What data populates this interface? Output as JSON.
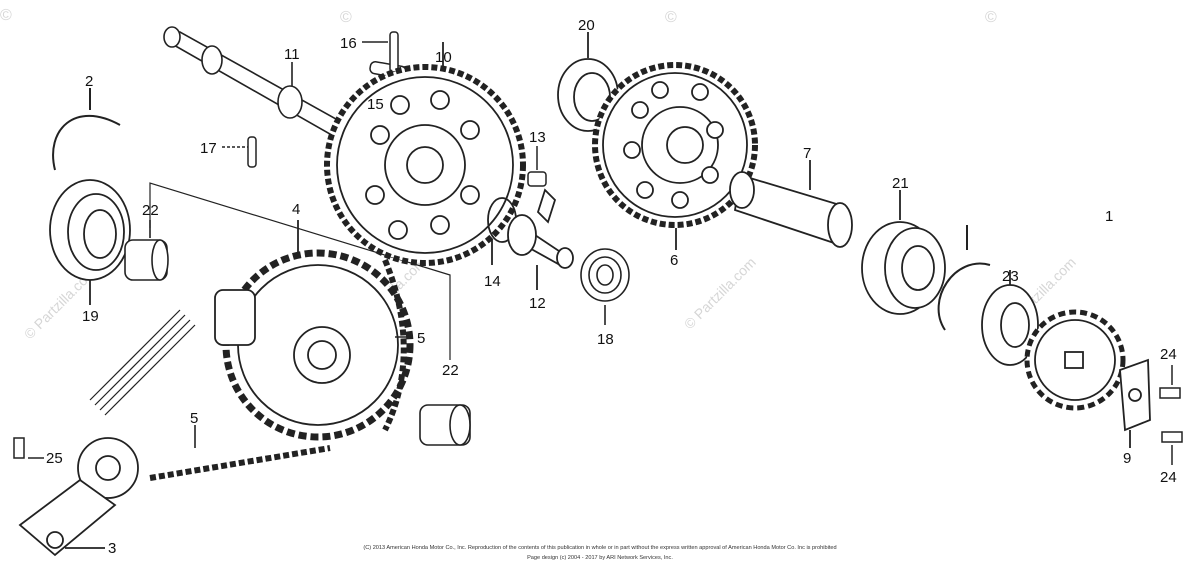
{
  "callouts": {
    "c1": "1",
    "c2": "2",
    "c3": "3",
    "c4": "4",
    "c5a": "5",
    "c5b": "5",
    "c6": "6",
    "c7": "7",
    "c9": "9",
    "c10": "10",
    "c11": "11",
    "c12": "12",
    "c13": "13",
    "c14": "14",
    "c15": "15",
    "c16": "16",
    "c17": "17",
    "c18": "18",
    "c19": "19",
    "c20": "20",
    "c21": "21",
    "c22a": "22",
    "c22b": "22",
    "c23": "23",
    "c24a": "24",
    "c24b": "24",
    "c25": "25"
  },
  "watermark": {
    "text": "© Partzilla.com",
    "corner": "©"
  },
  "footer": {
    "line1": "(C) 2013 American Honda Motor Co., Inc. Reproduction of the contents of this publication in whole or in part without the express written approval of American Honda Motor Co. Inc is prohibited",
    "line2": "Page design (c) 2004 - 2017 by ARI Network Services, Inc."
  }
}
